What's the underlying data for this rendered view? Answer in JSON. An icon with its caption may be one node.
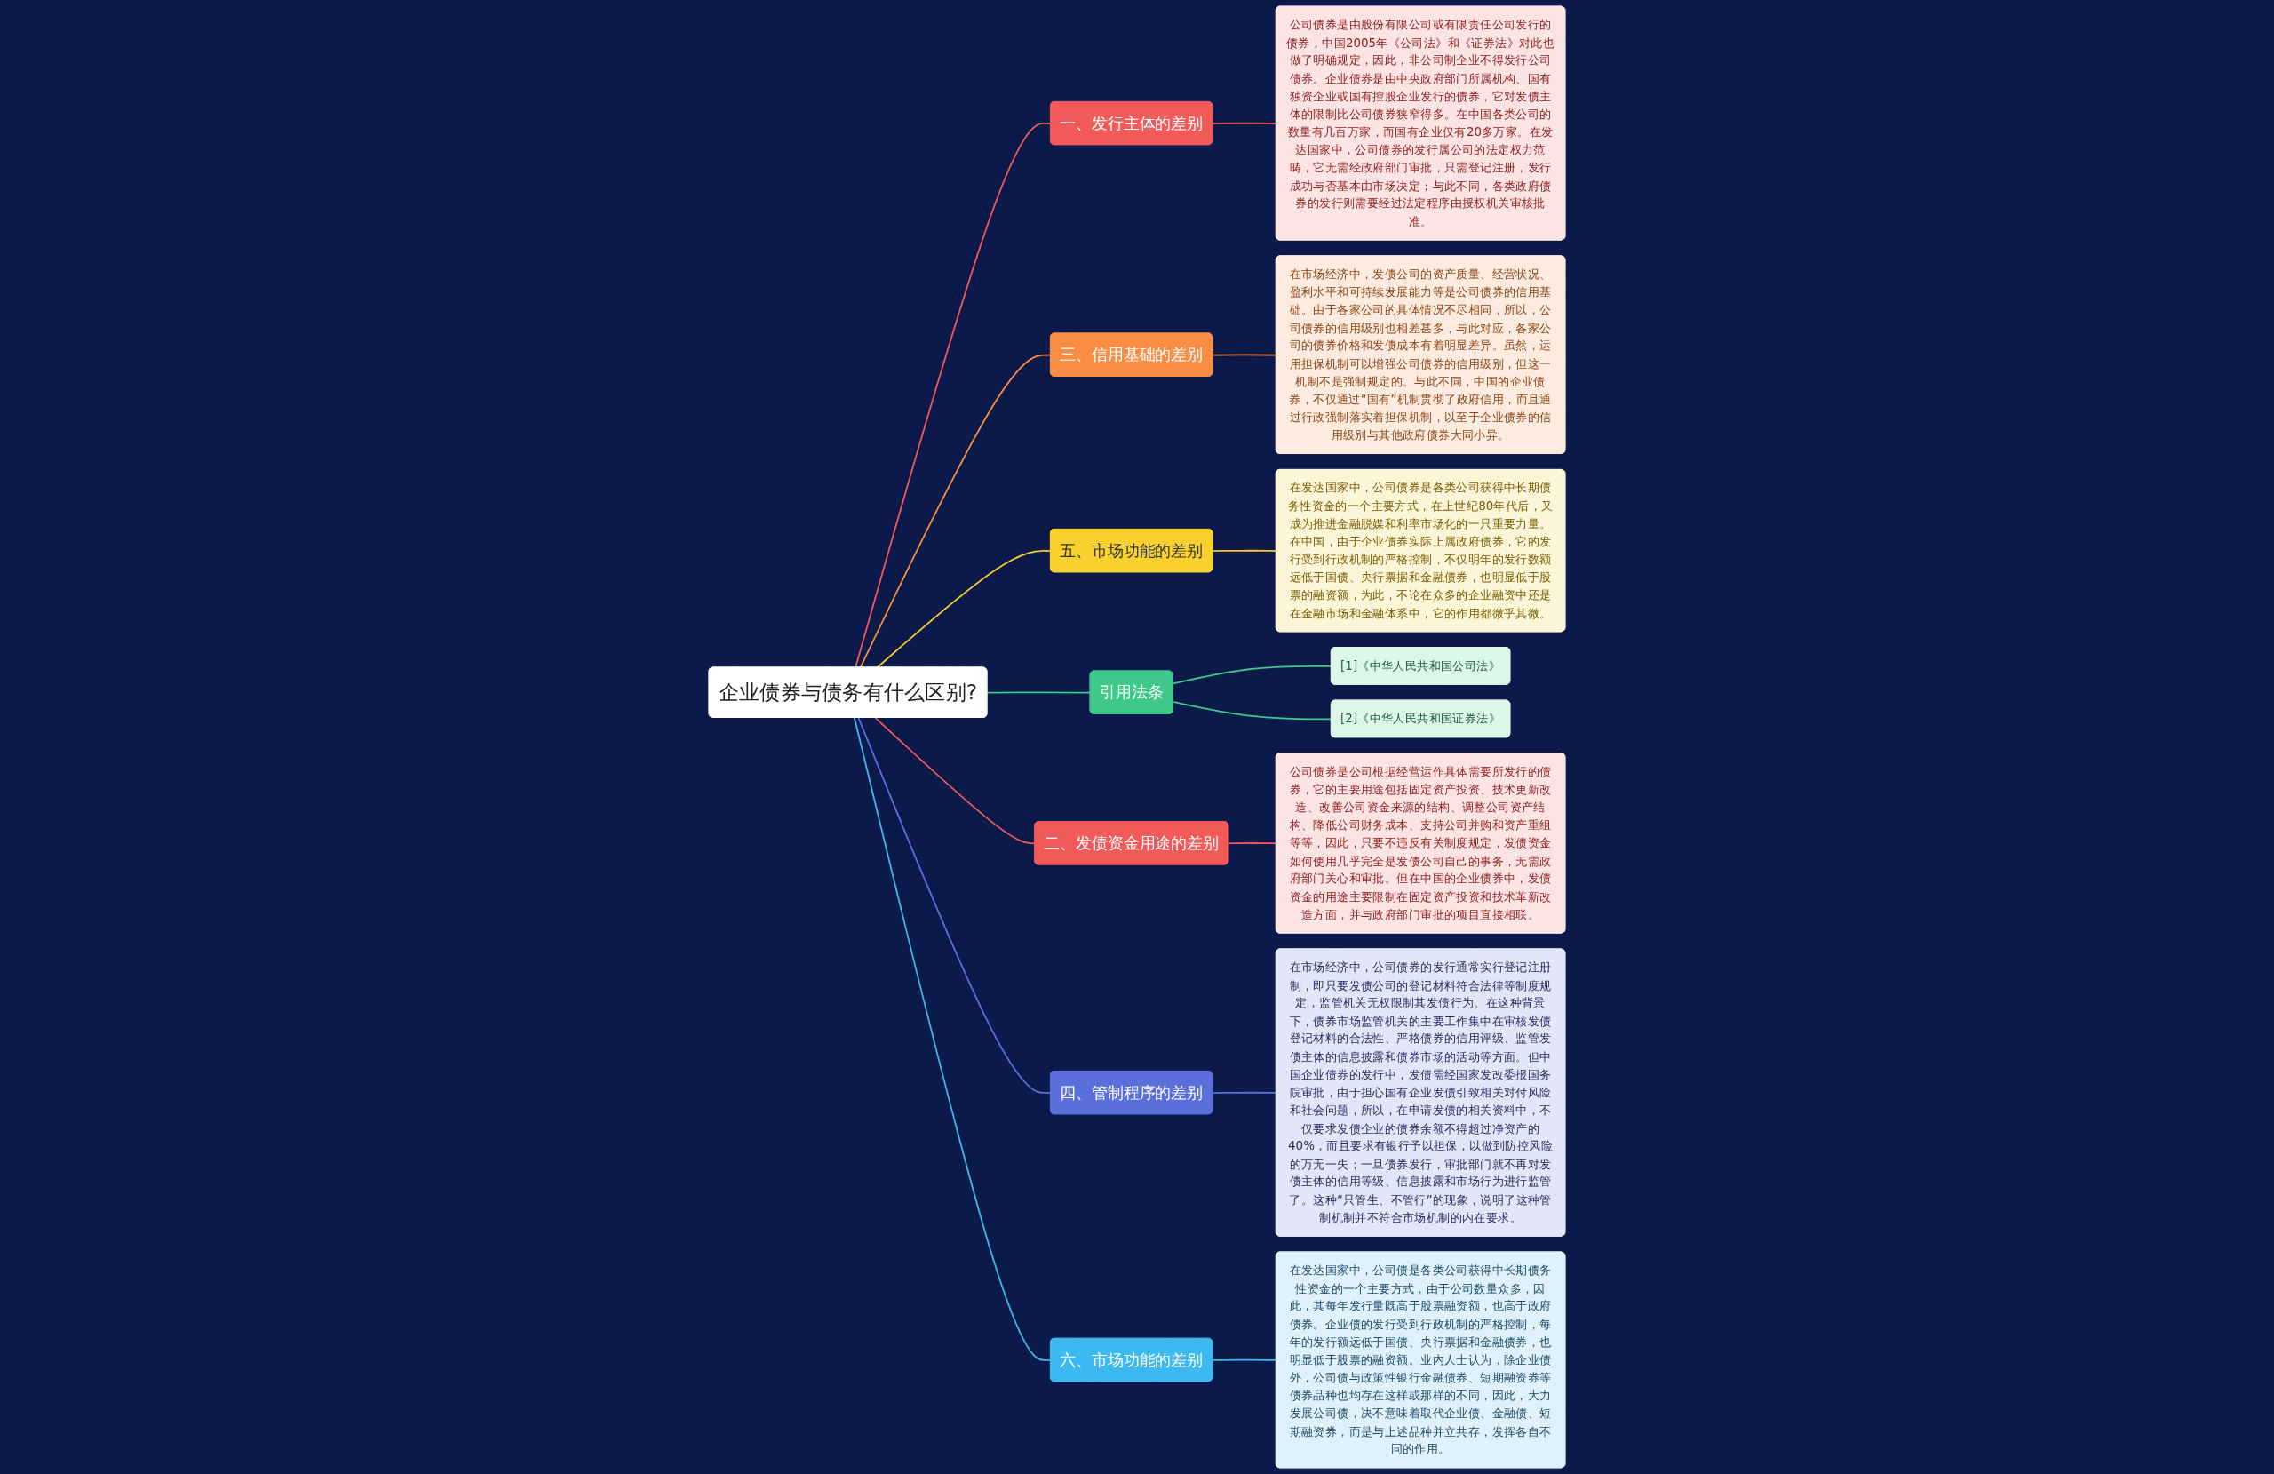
{
  "diagram": {
    "nodes": [
      {
        "text": [
          "企业债券与债务有什么区别?"
        ]
      },
      {
        "text": [
          "一、发行主体的差别"
        ]
      },
      {
        "text": [
          "公司债券是由股份有限公司或有限责任公司发行的债券，中国2005年《公司法》和《证券法》对此也做了明确规定，因此，非公司制企业不得发行公司债券。企业债券是由中央政府部门所属机构、国有独资企业或国有控股企业发行的债券，它对发债主体的限制比公司债券狭窄得多。在中国各类公司的数量有几百万家，而国有企业仅有20多万家。在发达国家中，公司债券的发行属公司的法定权力范畴，它无需经政府部门审批，只需登记注册，发行成功与否基本由市场决定；与此不同，各类政府债券的发行则需要经过法定程序由授权机关审核批准。"
        ]
      },
      {
        "text": [
          "三、信用基础的差别"
        ]
      },
      {
        "text": [
          "在市场经济中，发债公司的资产质量、经营状况、盈利水平和可持续发展能力等是公司债券的信用基础。由于各家公司的具体情况不尽相同，所以，公司债券的信用级别也相差甚多，与此对应，各家公司的债券价格和发债成本有着明显差异。虽然，运用担保机制可以增强公司债券的信用级别，但这一机制不是强制规定的。与此不同，中国的企业债券，不仅通过“国有”机制贯彻了政府信用，而且通过行政强制落实着担保机制，以至于企业债券的信用级别与其他政府债券大同小异。"
        ]
      },
      {
        "text": [
          "五、市场功能的差别"
        ]
      },
      {
        "text": [
          "在发达国家中，公司债券是各类公司获得中长期债务性资金的一个主要方式，在上世纪80年代后，又成为推进金融脱媒和利率市场化的一只重要力量。在中国，由于企业债券实际上属政府债券，它的发行受到行政机制的严格控制，不仅明年的发行数额远低于国债、央行票据和金融债券，也明显低于股票的融资额，为此，不论在众多的企业融资中还是在金融市场和金融体系中，它的作用都微乎其微。"
        ]
      },
      {
        "text": [
          "引用法条"
        ]
      },
      {
        "text": [
          "[1]《中华人民共和国公司法》"
        ]
      },
      {
        "text": [
          "[2]《中华人民共和国证券法》"
        ]
      },
      {
        "text": [
          "二、发债资金用途的差别"
        ]
      },
      {
        "text": [
          "公司债券是公司根据经营运作具体需要所发行的债券，它的主要用途包括固定资产投资、技术更新改造、改善公司资金来源的结构、调整公司资产结构、降低公司财务成本、支持公司并购和资产重组等等，因此，只要不违反有关制度规定，发债资金如何使用几乎完全是发债公司自己的事务，无需政府部门关心和审批。但在中国的企业债券中，发债资金的用途主要限制在固定资产投资和技术革新改造方面，并与政府部门审批的项目直接相联。"
        ]
      },
      {
        "text": [
          "四、管制程序的差别"
        ]
      },
      {
        "text": [
          "在市场经济中，公司债券的发行通常实行登记注册制，即只要发债公司的登记材料符合法律等制度规定，监管机关无权限制其发债行为。在这种背景下，债券市场监管机关的主要工作集中在审核发债登记材料的合法性、严格债券的信用评级、监管发债主体的信息披露和债券市场的活动等方面。但中国企业债券的发行中，发债需经国家发改委报国务院审批，由于担心国有企业发债引致相关对付风险和社会问题，所以，在申请发债的相关资料中，不仅要求发债企业的债券余额不得超过净资产的40%，而且要求有银行予以担保，以做到防控风险的万无一失；一旦债券发行，审批部门就不再对发债主体的信用等级、信息披露和市场行为进行监管了。这种“只管生、不管行”的现象，说明了这种管制机制并不符合市场机制的内在要求。"
        ]
      },
      {
        "text": [
          "六、市场功能的差别"
        ]
      },
      {
        "text": [
          "在发达国家中，公司债是各类公司获得中长期债务性资金的一个主要方式，由于公司数量众多，因此，其每年发行量既高于股票融资额，也高于政府债券。企业债的发行受到行政机制的严格控制，每年的发行额远低于国债、央行票据和金融债券，也明显低于股票的融资额。业内人士认为，除企业债外，公司债与政策性银行金融债券、短期融资券等债券品种也均存在这样或那样的不同，因此，大力发展公司债，决不意味着取代企业债、金融债、短期融资券，而是与上述品种并立共存，发挥各自不同的作用。"
        ]
      }
    ],
    "edges": [
      {
        "from": 0,
        "to": 1,
        "arrow": "none",
        "color": "#f25a5a"
      },
      {
        "from": 1,
        "to": 2,
        "arrow": "none",
        "color": "#f25a5a"
      },
      {
        "from": 0,
        "to": 3,
        "arrow": "none",
        "color": "#f98d45"
      },
      {
        "from": 3,
        "to": 4,
        "arrow": "none",
        "color": "#f98d45"
      },
      {
        "from": 0,
        "to": 5,
        "arrow": "none",
        "color": "#f5c92c"
      },
      {
        "from": 5,
        "to": 6,
        "arrow": "none",
        "color": "#f5c92c"
      },
      {
        "from": 0,
        "to": 7,
        "arrow": "none",
        "color": "#3ec98a"
      },
      {
        "from": 7,
        "to": 8,
        "arrow": "none",
        "color": "#3ec98a"
      },
      {
        "from": 7,
        "to": 9,
        "arrow": "none",
        "color": "#3ec98a"
      },
      {
        "from": 0,
        "to": 10,
        "arrow": "none",
        "color": "#f25a5a"
      },
      {
        "from": 10,
        "to": 11,
        "arrow": "none",
        "color": "#f25a5a"
      },
      {
        "from": 0,
        "to": 12,
        "arrow": "none",
        "color": "#5a6fdc"
      },
      {
        "from": 12,
        "to": 13,
        "arrow": "none",
        "color": "#5a6fdc"
      },
      {
        "from": 0,
        "to": 14,
        "arrow": "none",
        "color": "#3cb9f0"
      },
      {
        "from": 14,
        "to": 15,
        "arrow": "none",
        "color": "#3cb9f0"
      }
    ]
  }
}
